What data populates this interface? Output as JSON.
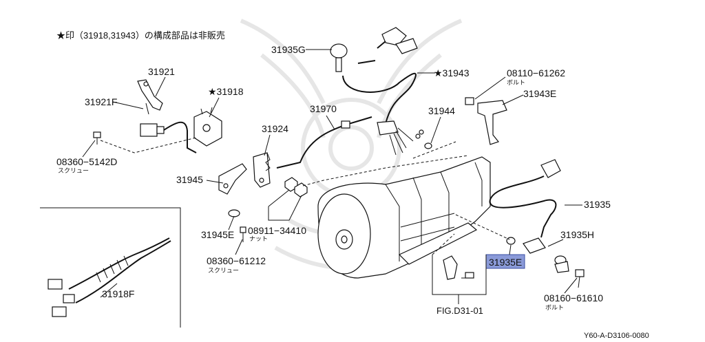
{
  "note": "★印（31918,31943）の構成部品は非販売",
  "highlight_color": "#8a9ad8",
  "labels": {
    "p31921": "31921",
    "p31921F": "31921F",
    "p31918": "★31918",
    "p0836051420": "08360−5142D",
    "p0836051420_sub": "スクリュー",
    "p31935G": "31935G",
    "p31943": "★31943",
    "p08110": "08110−61262",
    "p08110_sub": "ボルト",
    "p31943E": "31943E",
    "p31970": "31970",
    "p31944": "31944",
    "p31924": "31924",
    "p31945": "31945",
    "p31945E": "31945E",
    "p08911": "08911−34410",
    "p08911_sub": "ナット",
    "p08360_61212": "08360−61212",
    "p08360_61212_sub": "スクリュー",
    "p31935": "31935",
    "p31935H": "31935H",
    "p31935E": "31935E",
    "p08160": "08160−61610",
    "p08160_sub": "ボルト",
    "p31918F": "31918F",
    "fig_ref": "FIG.D31-01"
  },
  "diagram_code": "Y60-A-D3106-0080"
}
